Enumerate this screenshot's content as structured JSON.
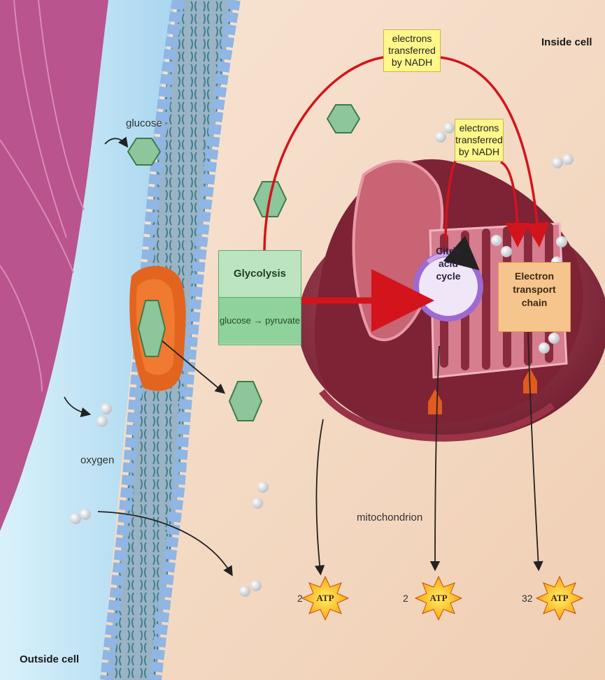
{
  "labels": {
    "inside_cell": "Inside cell",
    "outside_cell": "Outside cell",
    "glucose": "glucose",
    "oxygen": "oxygen",
    "mitochondrion": "mitochondrion"
  },
  "nadh_boxes": [
    {
      "lines": [
        "electrons",
        "transferred",
        "by NADH"
      ]
    },
    {
      "lines": [
        "electrons",
        "transferred",
        "by NADH"
      ]
    }
  ],
  "glycolysis": {
    "title": "Glycolysis",
    "reaction": "glucose → pyruvate"
  },
  "citric_acid_cycle": {
    "lines": [
      "Citric",
      "acid",
      "cycle"
    ]
  },
  "electron_transport_chain": {
    "lines": [
      "Electron",
      "transport",
      "chain"
    ]
  },
  "atp": [
    {
      "count": "2",
      "label": "ATP"
    },
    {
      "count": "2",
      "label": "ATP"
    },
    {
      "count": "32",
      "label": "ATP"
    }
  ],
  "colors": {
    "arrow_red": "#d3141c",
    "membrane_blue": "#8fb6e4",
    "cell_cytoplasm": "#f5dcc6",
    "extracellular": "#c9e8f6",
    "mitochondrion": "#8c2a3c"
  }
}
